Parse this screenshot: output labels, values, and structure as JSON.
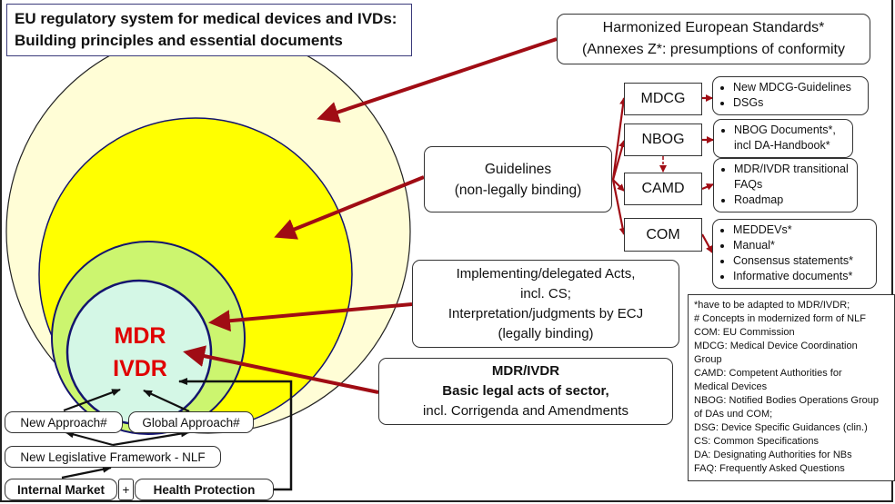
{
  "title": {
    "line1": "EU regulatory system for medical devices and IVDs:",
    "line2": "Building principles and essential documents"
  },
  "standards": {
    "line1": "Harmonized European Standards*",
    "line2": "(Annexes Z*: presumptions of conformity"
  },
  "guidelines": {
    "line1": "Guidelines",
    "line2": "(non-legally binding)"
  },
  "organizations": [
    {
      "name": "MDCG",
      "documents": [
        "New MDCG-Guidelines",
        "DSGs"
      ]
    },
    {
      "name": "NBOG",
      "documents": [
        "NBOG Documents*, incl DA-Handbook*"
      ]
    },
    {
      "name": "CAMD",
      "documents": [
        "MDR/IVDR transitional FAQs",
        "Roadmap"
      ]
    },
    {
      "name": "COM",
      "documents": [
        "MEDDEVs*",
        "Manual*",
        "Consensus statements*",
        "Informative documents*"
      ]
    }
  ],
  "implementing": {
    "line1": "Implementing/delegated Acts,",
    "line2": "incl. CS;",
    "line3": "Interpretation/judgments by ECJ",
    "line4": "(legally binding)"
  },
  "mdr_ivdr": {
    "line1": "MDR/IVDR",
    "line2": "Basic legal acts of sector,",
    "line3": "incl. Corrigenda and Amendments"
  },
  "core": {
    "mdr": "MDR",
    "ivdr": "IVDR"
  },
  "foundation": {
    "new_approach": "New Approach#",
    "global_approach": "Global Approach#",
    "nlf": "New Legislative Framework - NLF",
    "internal_market": "Internal Market",
    "plus": "+",
    "health_protection": "Health Protection"
  },
  "legend": {
    "items": [
      "*have to be adapted to MDR/IVDR;",
      "# Concepts in modernized form of NLF",
      "COM: EU Commission",
      "MDCG: Medical Device Coordination",
      "Group",
      "CAMD: Competent Authorities for",
      "Medical Devices",
      "NBOG: Notified Bodies Operations Group",
      "of DAs und COM;",
      "DSG: Device Specific Guidances (clin.)",
      "CS: Common Specifications",
      "DA: Designating Authorities for NBs",
      "FAQ: Frequently Asked Questions"
    ]
  },
  "colors": {
    "outer_circle": "#fffdd6",
    "middle_circle": "#ffff00",
    "inner_circle": "#ccf56f",
    "core_circle": "#d4f7e6",
    "circle_border": "#14146e",
    "arrow_red": "#a00c14",
    "core_text": "#e00000"
  }
}
